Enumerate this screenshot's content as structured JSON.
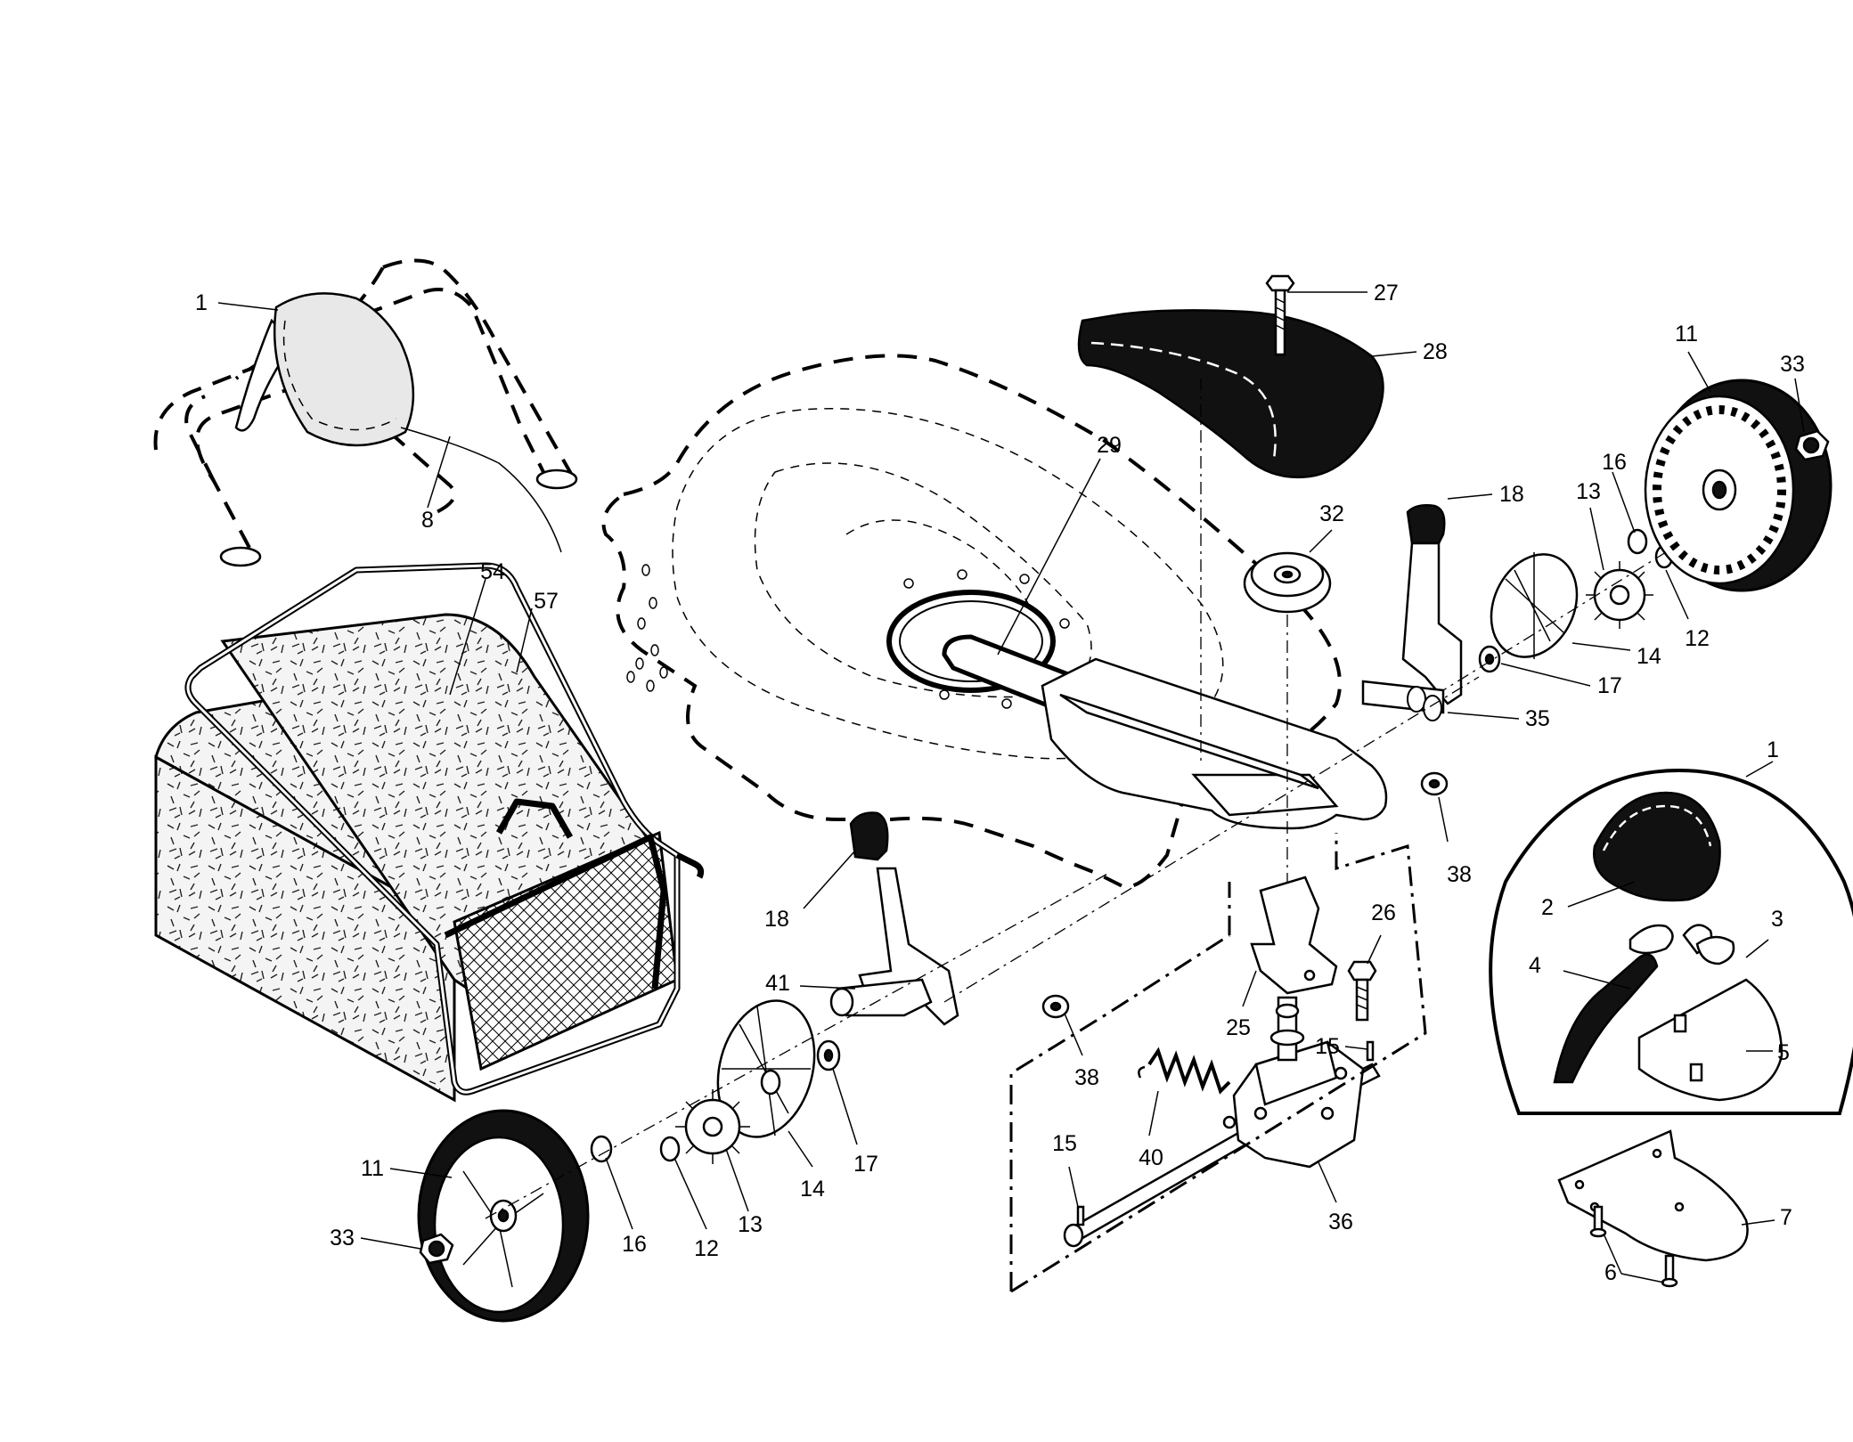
{
  "diagram": {
    "callouts": [
      {
        "key": "c1a",
        "text": "1"
      },
      {
        "key": "c8",
        "text": "8"
      },
      {
        "key": "c54",
        "text": "54"
      },
      {
        "key": "c57",
        "text": "57"
      },
      {
        "key": "c29",
        "text": "29"
      },
      {
        "key": "c27",
        "text": "27"
      },
      {
        "key": "c28",
        "text": "28"
      },
      {
        "key": "c32",
        "text": "32"
      },
      {
        "key": "c18a",
        "text": "18"
      },
      {
        "key": "c11a",
        "text": "11"
      },
      {
        "key": "c33a",
        "text": "33"
      },
      {
        "key": "c16a",
        "text": "16"
      },
      {
        "key": "c13a",
        "text": "13"
      },
      {
        "key": "c12a",
        "text": "12"
      },
      {
        "key": "c14a",
        "text": "14"
      },
      {
        "key": "c17a",
        "text": "17"
      },
      {
        "key": "c35",
        "text": "35"
      },
      {
        "key": "c38a",
        "text": "38"
      },
      {
        "key": "c1b",
        "text": "1"
      },
      {
        "key": "c2",
        "text": "2"
      },
      {
        "key": "c3",
        "text": "3"
      },
      {
        "key": "c4",
        "text": "4"
      },
      {
        "key": "c5",
        "text": "5"
      },
      {
        "key": "c7",
        "text": "7"
      },
      {
        "key": "c6",
        "text": "6"
      },
      {
        "key": "c18b",
        "text": "18"
      },
      {
        "key": "c41",
        "text": "41"
      },
      {
        "key": "c26",
        "text": "26"
      },
      {
        "key": "c25",
        "text": "25"
      },
      {
        "key": "c38b",
        "text": "38"
      },
      {
        "key": "c15a",
        "text": "15"
      },
      {
        "key": "c15b",
        "text": "15"
      },
      {
        "key": "c40",
        "text": "40"
      },
      {
        "key": "c36",
        "text": "36"
      },
      {
        "key": "c11b",
        "text": "11"
      },
      {
        "key": "c33b",
        "text": "33"
      },
      {
        "key": "c16b",
        "text": "16"
      },
      {
        "key": "c12b",
        "text": "12"
      },
      {
        "key": "c13b",
        "text": "13"
      },
      {
        "key": "c14b",
        "text": "14"
      },
      {
        "key": "c17b",
        "text": "17"
      }
    ]
  }
}
